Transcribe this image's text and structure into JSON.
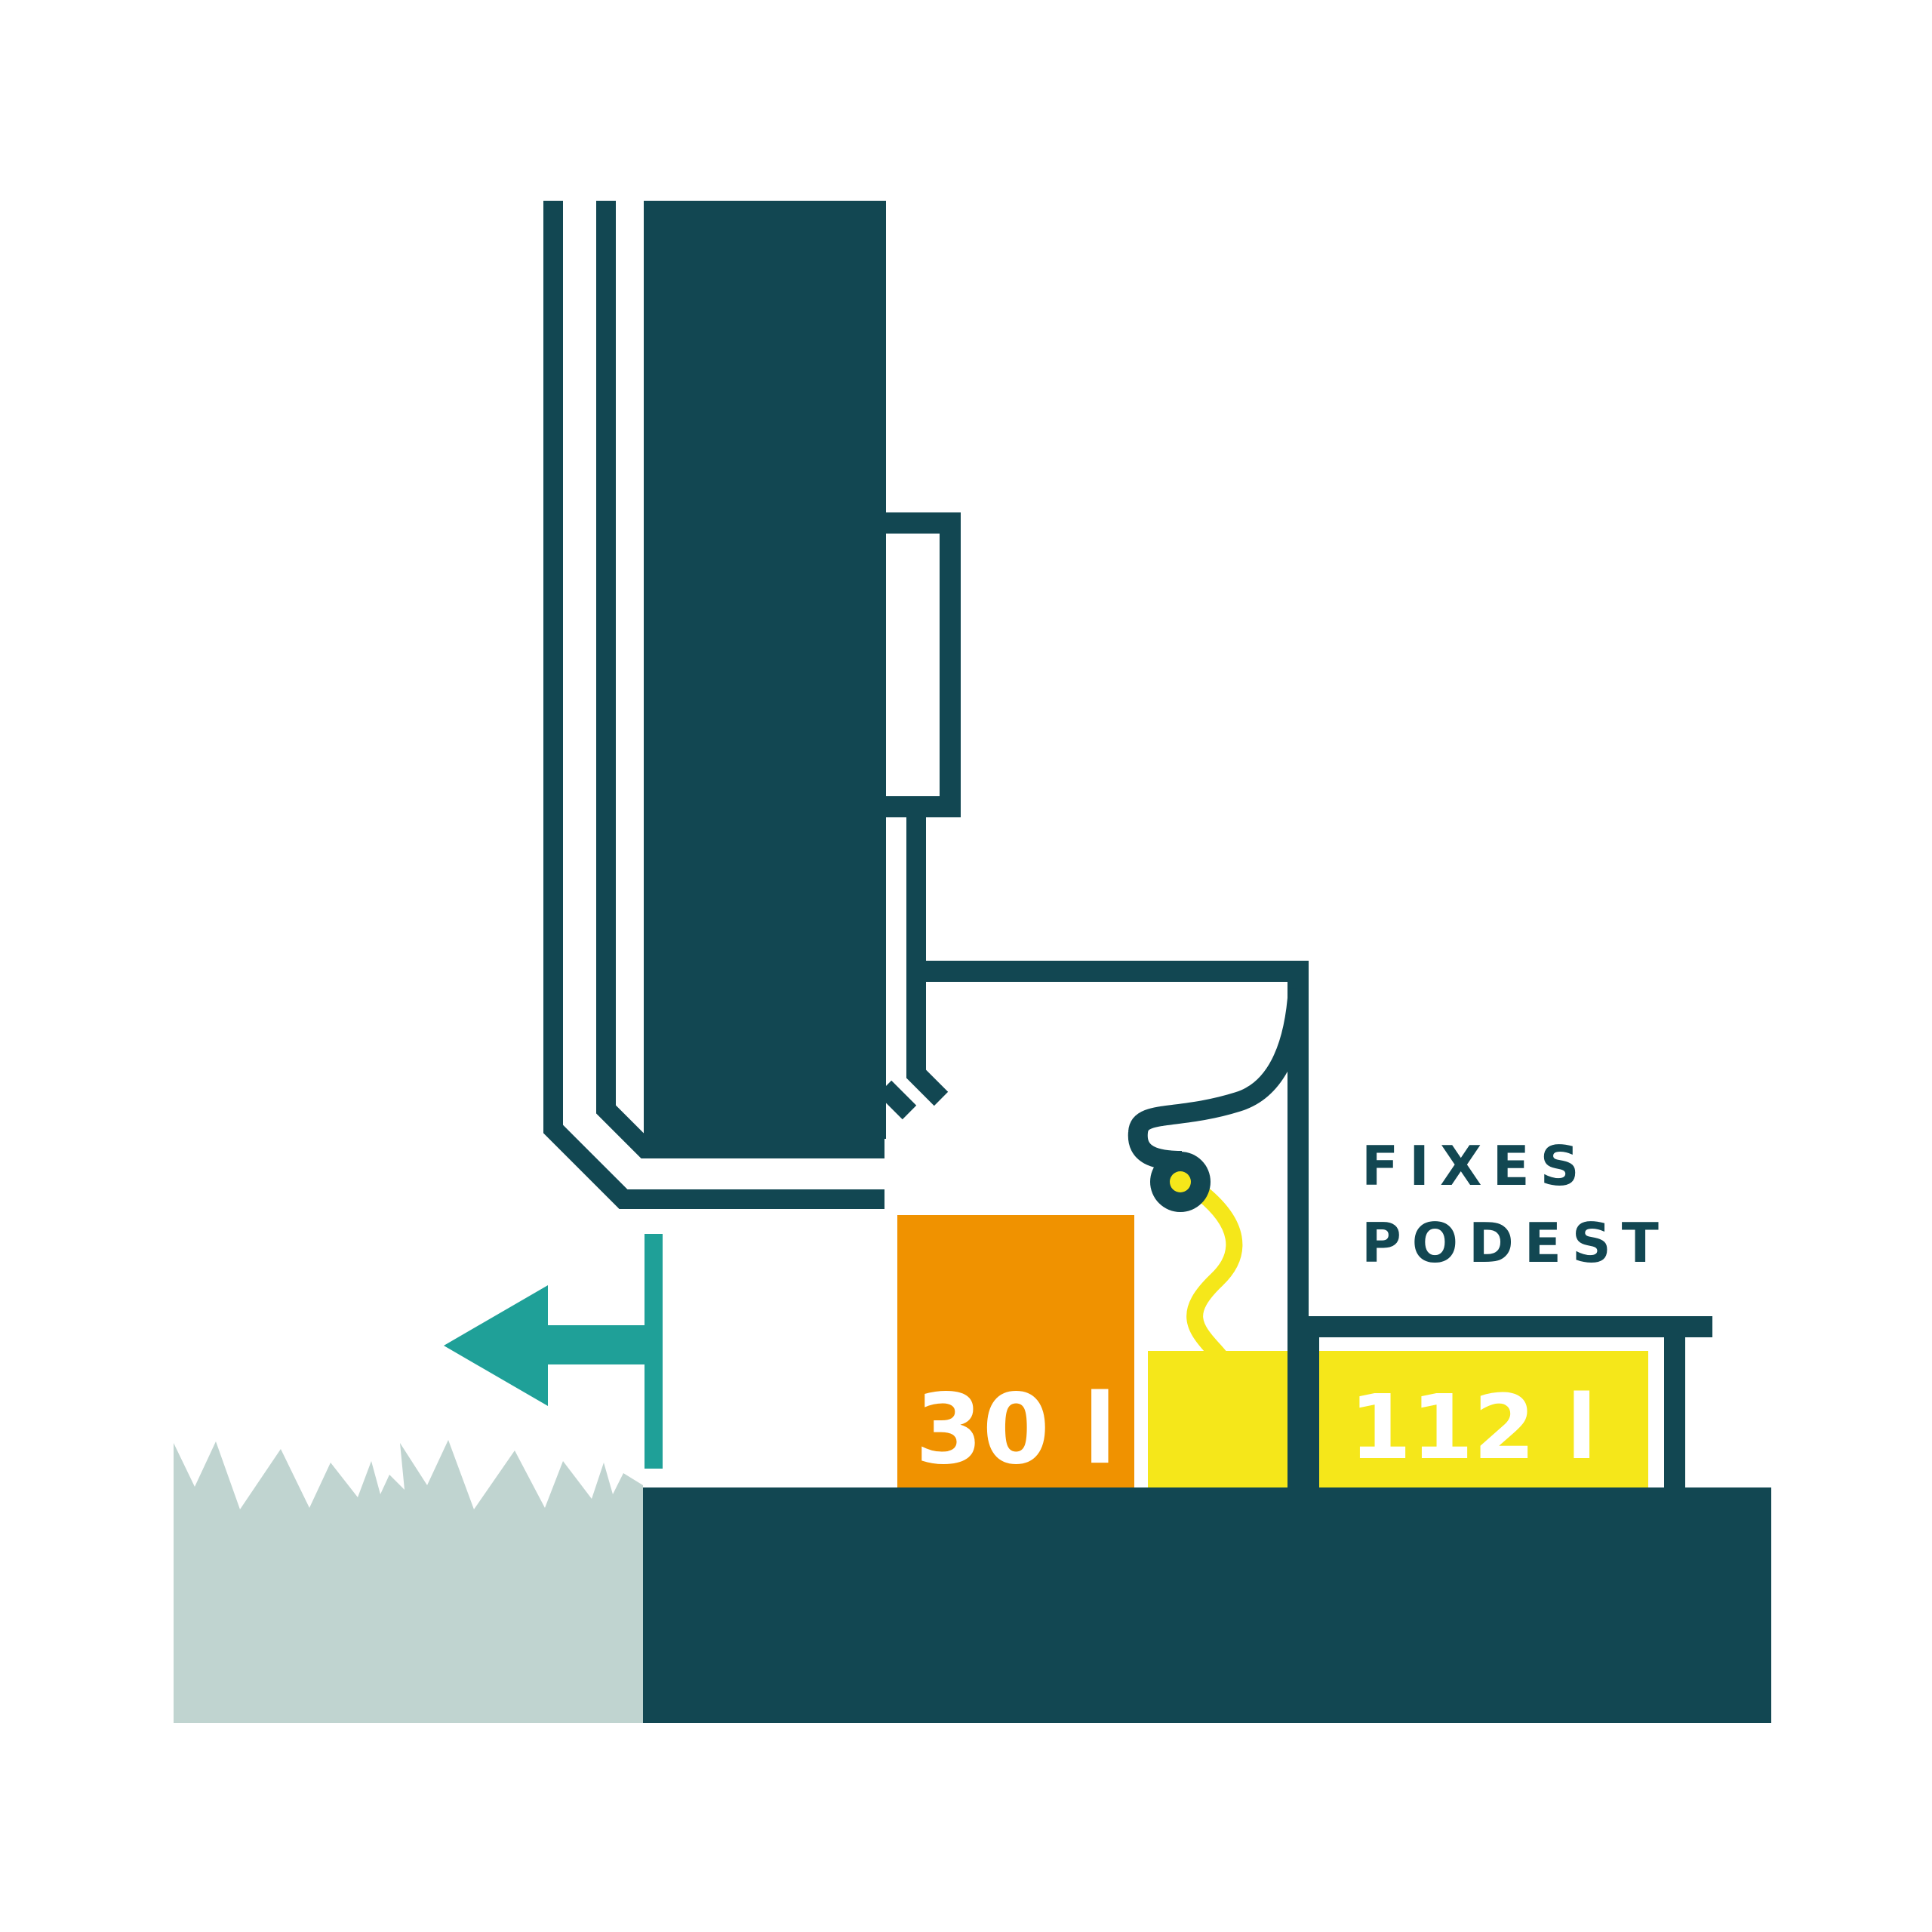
{
  "colors": {
    "dark": "#124752",
    "teal": "#1fa098",
    "orange": "#f09200",
    "yellow": "#f5e71a",
    "grass": "#c0d4d0",
    "white": "#ffffff"
  },
  "labels": {
    "small_tank": "30 l",
    "large_tank": "112 l",
    "platform_line1": "FIXES",
    "platform_line2": "PODEST"
  },
  "icons": {
    "arrow": "left-arrow-icon",
    "grass": "grass-icon",
    "hose": "hose-icon"
  }
}
